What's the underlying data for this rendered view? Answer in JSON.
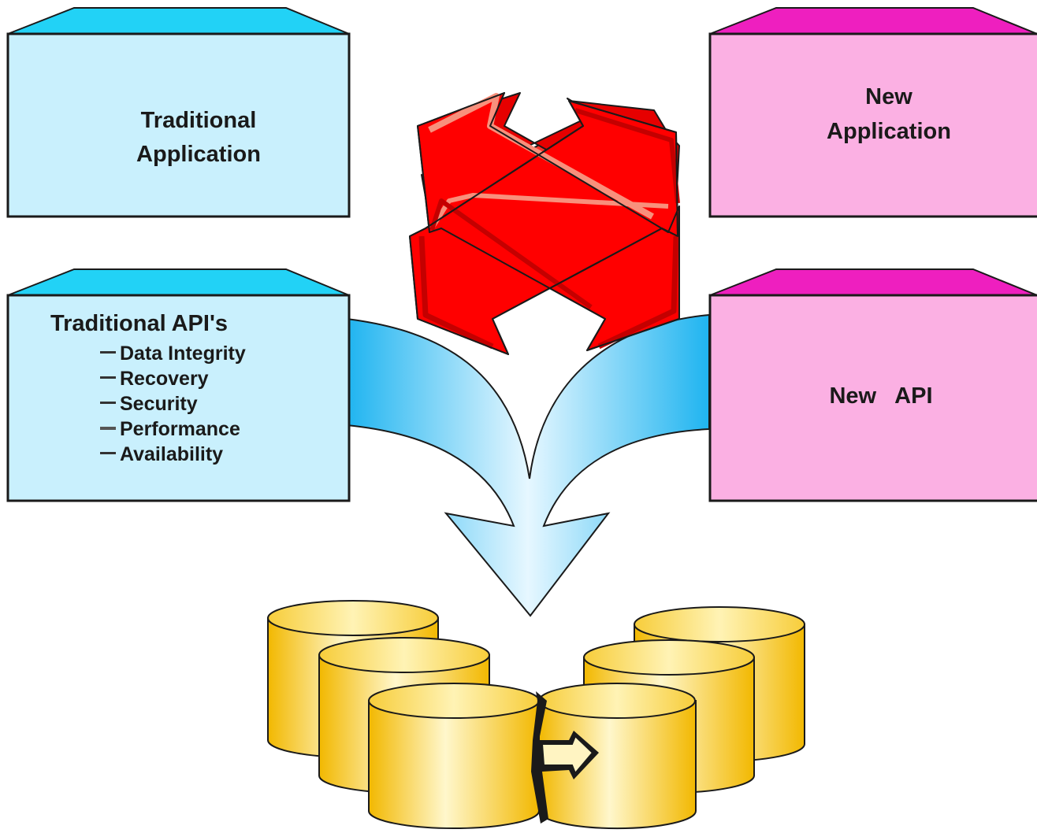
{
  "boxes": {
    "traditional_application": {
      "line1": "Traditional",
      "line2": "Application"
    },
    "new_application": {
      "line1": "New",
      "line2": "Application"
    },
    "traditional_apis": {
      "title": "Traditional API's",
      "items": [
        "Data Integrity",
        "Recovery",
        "Security",
        "Performance",
        "Availability"
      ]
    },
    "new_api": {
      "label": "New   API"
    }
  },
  "colors": {
    "cyan_face": "#c9f0fd",
    "cyan_top": "#22d2f6",
    "pink_face": "#fbb0e3",
    "pink_top": "#ee1fbf",
    "arrow_red": "#ff0000",
    "arrow_dark": "#c40000",
    "arrow_light": "#f8907c",
    "flow_blue": "#63cbf4",
    "cylinder_gold": "#f5c418"
  },
  "icons": [
    "crossed-arrows-icon",
    "merge-arrow-icon",
    "database-cylinder-icon",
    "replication-arrow-icon"
  ]
}
